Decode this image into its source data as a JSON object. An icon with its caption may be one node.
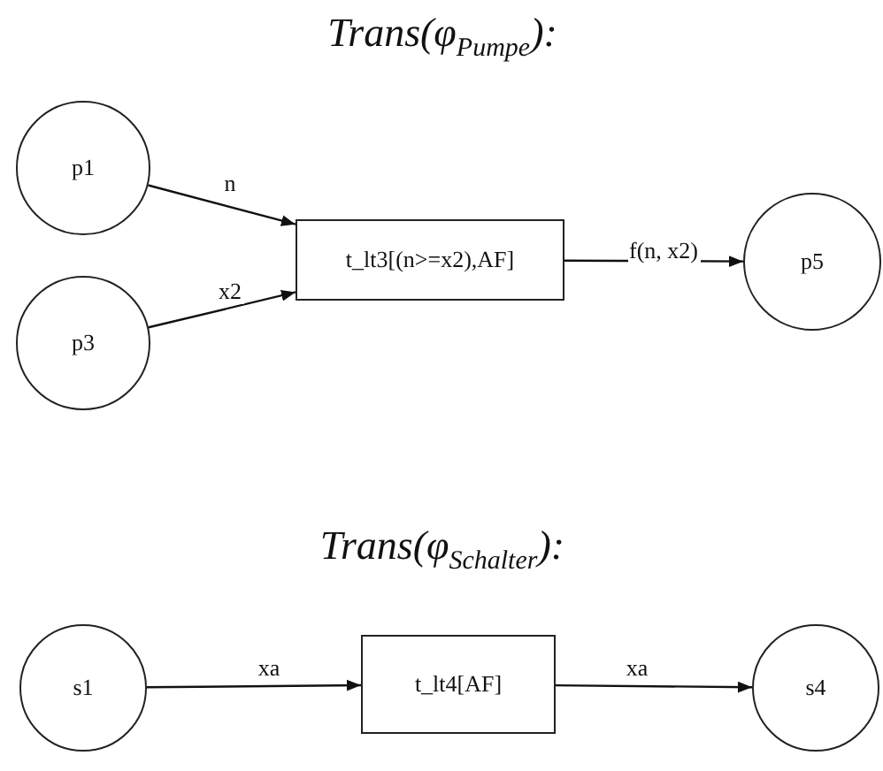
{
  "diagram": {
    "nodes": [
      {
        "text": [
          "p1"
        ]
      },
      {
        "text": [
          "p3"
        ]
      },
      {
        "text": [
          "t_lt3[(n>=x2),AF]"
        ]
      },
      {
        "text": [
          "p5"
        ]
      },
      {
        "text": [
          "s1"
        ]
      },
      {
        "text": [
          "t_lt4[AF]"
        ]
      },
      {
        "text": [
          "s4"
        ]
      }
    ],
    "edges": [
      {
        "from": 0,
        "to": 2,
        "arrow": "to",
        "label": "n"
      },
      {
        "from": 1,
        "to": 2,
        "arrow": "to",
        "label": "x2"
      },
      {
        "from": 2,
        "to": 3,
        "arrow": "to",
        "label": "f(n, x2)"
      },
      {
        "from": 4,
        "to": 5,
        "arrow": "to",
        "label": "xa"
      },
      {
        "from": 5,
        "to": 6,
        "arrow": "to",
        "label": "xa"
      }
    ],
    "labels": [
      "Trans(φ$_{Pumpe}$):",
      "Trans(φ$_{Schalter}$):"
    ]
  }
}
